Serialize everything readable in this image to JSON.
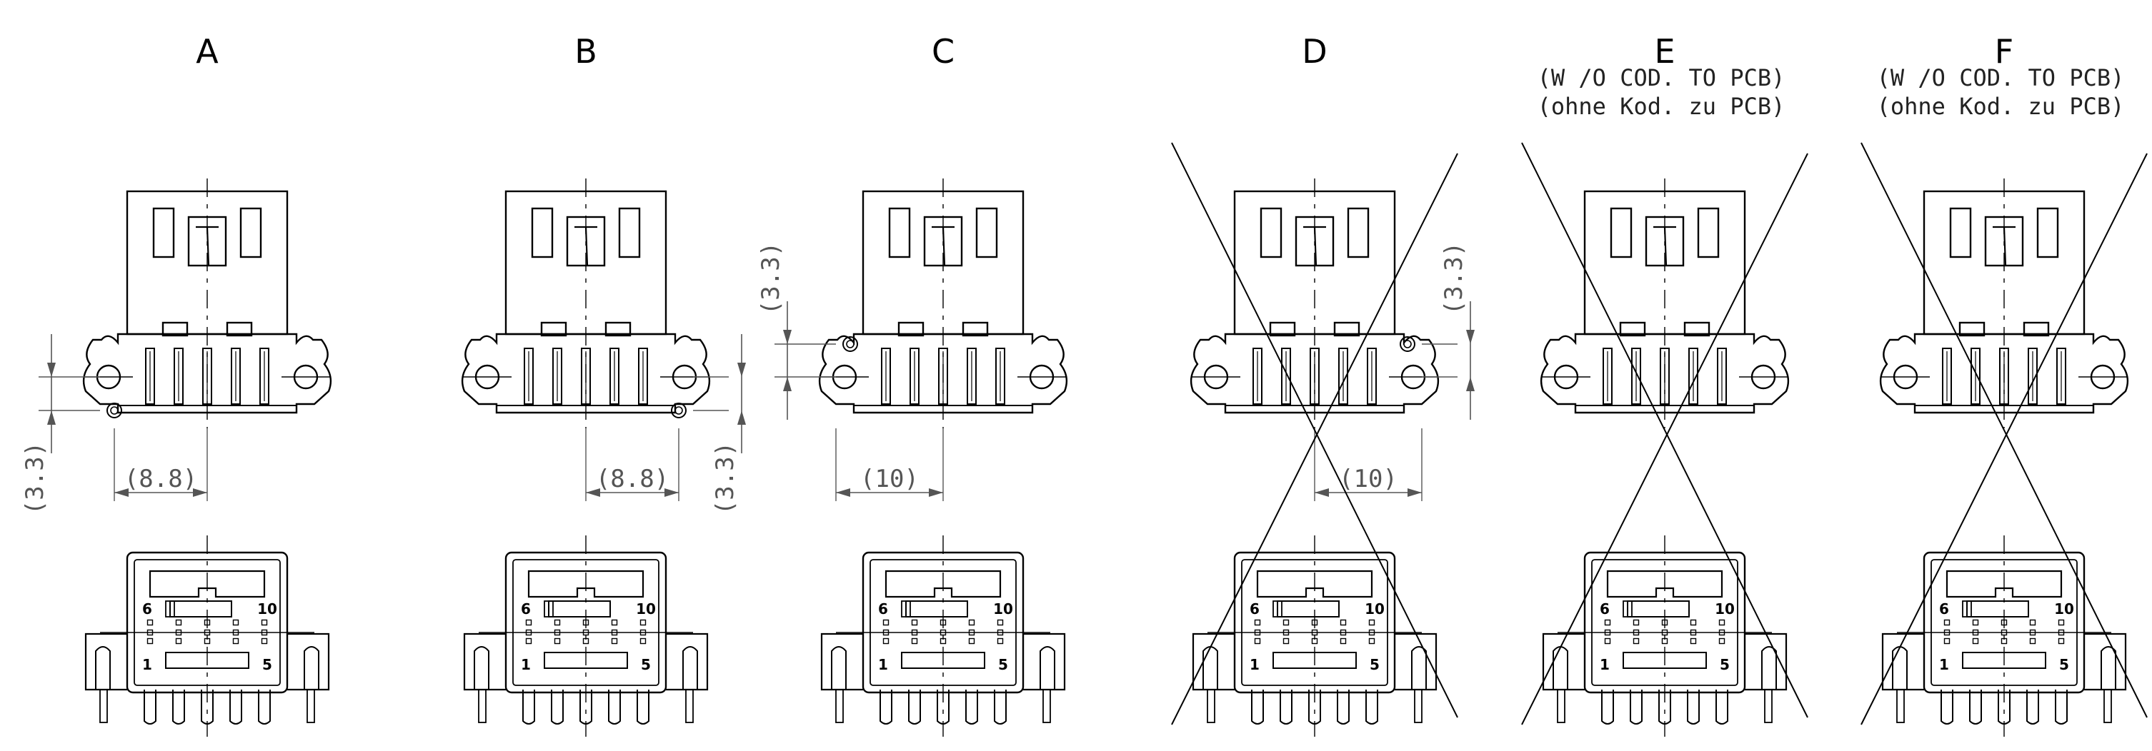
{
  "variants": [
    {
      "id": "A",
      "title": "A",
      "notes": [],
      "crossed": false,
      "marker": "bottom-left",
      "dims": {
        "horizontal": "(8.8)",
        "vertical": "(3.3)",
        "hside": "left",
        "vside": "left"
      }
    },
    {
      "id": "B",
      "title": "B",
      "notes": [],
      "crossed": false,
      "marker": "bottom-right",
      "dims": {
        "horizontal": "(8.8)",
        "vertical": "(3.3)",
        "hside": "right",
        "vside": "right"
      }
    },
    {
      "id": "C",
      "title": "C",
      "notes": [],
      "crossed": false,
      "marker": "top-left",
      "dims": {
        "horizontal": "(10)",
        "vertical": "(3.3)",
        "hside": "left",
        "vside": "left"
      }
    },
    {
      "id": "D",
      "title": "D",
      "notes": [],
      "crossed": true,
      "marker": "top-right",
      "dims": {
        "horizontal": "(10)",
        "vertical": "(3.3)",
        "hside": "right",
        "vside": "right"
      }
    },
    {
      "id": "E",
      "title": "E",
      "notes": [
        "(W /O COD. TO PCB)",
        "(ohne Kod. zu PCB)"
      ],
      "crossed": true,
      "marker": "none",
      "dims": null
    },
    {
      "id": "F",
      "title": "F",
      "notes": [
        "(W /O COD. TO PCB)",
        "(ohne Kod. zu PCB)"
      ],
      "crossed": true,
      "marker": "none",
      "dims": null
    }
  ],
  "pin_labels": {
    "top_left": "6",
    "top_right": "10",
    "bottom_left": "1",
    "bottom_right": "5"
  },
  "colors": {
    "line": "#000000",
    "dim": "#555555",
    "background": "#ffffff"
  }
}
